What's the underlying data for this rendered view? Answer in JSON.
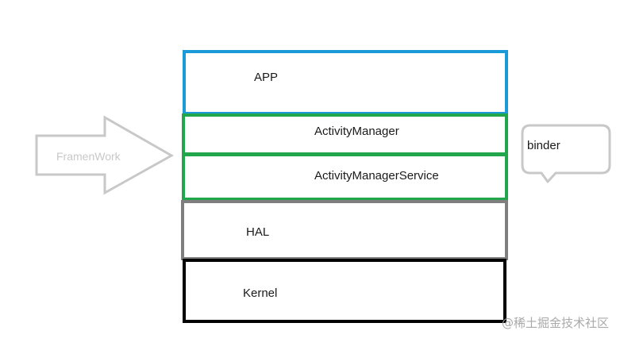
{
  "diagram": {
    "layers": {
      "app": "APP",
      "activity_manager": "ActivityManager",
      "activity_manager_service": "ActivityManagerService",
      "hal": "HAL",
      "kernel": "Kernel"
    },
    "framework_arrow_label": "FramenWork",
    "binder_bubble_label": "binder"
  },
  "watermark": "@稀土掘金技术社区",
  "colors": {
    "app_border": "#1a9ad6",
    "framework_border": "#22a64b",
    "hal_border": "#7f7f7f",
    "kernel_border": "#000000",
    "arrow": "#c8c8c8",
    "bubble": "#c8c8c8"
  }
}
